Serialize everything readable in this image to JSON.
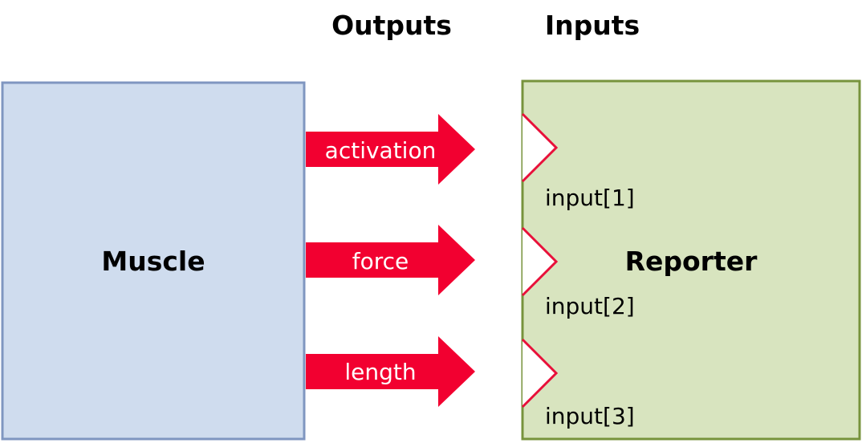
{
  "headings": {
    "outputs": "Outputs",
    "inputs": "Inputs"
  },
  "muscle": {
    "label": "Muscle",
    "fill": "#cfdcee",
    "stroke": "#7f96c0"
  },
  "reporter": {
    "label": "Reporter",
    "fill": "#d8e4bf",
    "stroke": "#77933c"
  },
  "outputs": [
    {
      "label": "activation"
    },
    {
      "label": "force"
    },
    {
      "label": "length"
    }
  ],
  "inputs": [
    {
      "label": "input[1]"
    },
    {
      "label": "input[2]"
    },
    {
      "label": "input[3]"
    }
  ],
  "colors": {
    "arrow": "#f20030",
    "port_stroke": "#e8103a",
    "port_fill": "#ffffff"
  }
}
